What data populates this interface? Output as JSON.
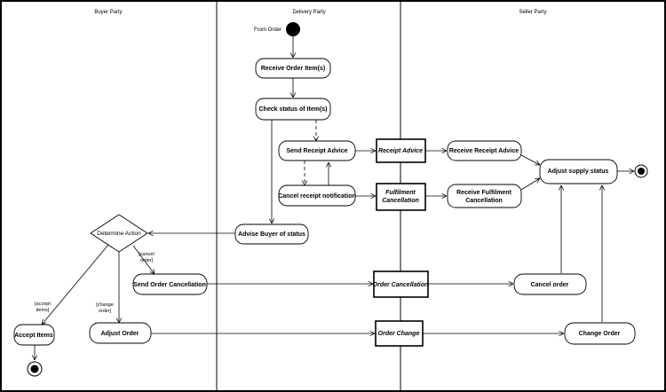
{
  "swimlanes": [
    "Buyer Party",
    "Delivery Party",
    "Seller Party"
  ],
  "start_label": "From Order",
  "actions": {
    "receive_order_items": "Receive Order Item(s)",
    "check_status": "Check status of Item(s)",
    "send_receipt_advice": "Send Receipt Advice",
    "cancel_receipt_notification": "Cancel receipt notification",
    "advise_buyer": "Advise Buyer of status",
    "receive_receipt_advice": "Receive Receipt Advice",
    "receive_fulfilment_cancellation_line1": "Receive Fulfilment",
    "receive_fulfilment_cancellation_line2": "Cancellation",
    "adjust_supply_status": "Adjust supply status",
    "send_order_cancellation": "Send Order Cancellation",
    "cancel_order": "Cancel order",
    "adjust_order": "Adjust Order",
    "change_order": "Change Order",
    "accept_items": "Accept Items"
  },
  "objects": {
    "receipt_advice": "Receipt Advice",
    "fulfilment_cancellation_line1": "Fulfilment",
    "fulfilment_cancellation_line2": "Cancellation",
    "order_cancellation": "Order Cancellation",
    "order_change": "Order Change"
  },
  "decision": "Determine Action",
  "guards": {
    "cancel_line1": "[cancel",
    "cancel_line2": "order]",
    "change_line1": "[change",
    "change_line2": "order]",
    "accept_line1": "[accept",
    "accept_line2": "items]"
  }
}
